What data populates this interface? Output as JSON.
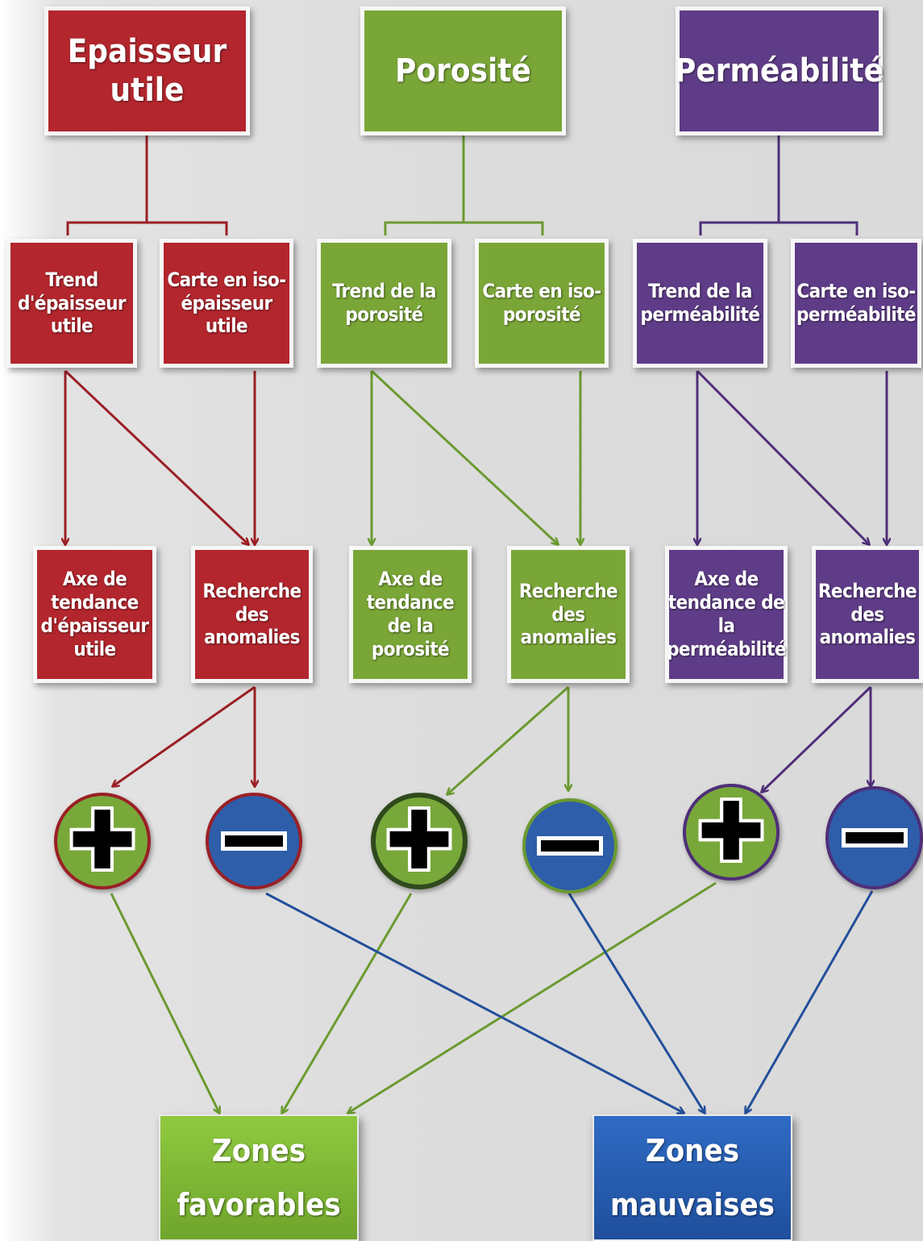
{
  "colors": {
    "red": "#b3262d",
    "green": "#7aa637",
    "purple": "#5f3c87",
    "blue": "#2e5eaa",
    "line_red": "#9b1f25",
    "line_green": "#6b9a30",
    "line_purple": "#4e2f78",
    "line_blue": "#234f9a"
  },
  "headers": {
    "thickness": "Epaisseur utile",
    "porosity": "Porosité",
    "permeability": "Perméabilité"
  },
  "level2": {
    "thickness_trend": "Trend d'épaisseur utile",
    "thickness_map": "Carte en iso-épaisseur utile",
    "porosity_trend": "Trend de la porosité",
    "porosity_map": "Carte en iso-porosité",
    "permeability_trend": "Trend de la perméabilité",
    "permeability_map": "Carte en iso-perméabilité"
  },
  "level3": {
    "thickness_axis": "Axe de tendance d'épaisseur utile",
    "thickness_anomalies": "Recherche des anomalies",
    "porosity_axis": "Axe de tendance de la porosité",
    "porosity_anomalies": "Recherche des anomalies",
    "permeability_axis": "Axe de tendance de la perméabilité",
    "permeability_anomalies": "Recherche des anomalies"
  },
  "symbols": {
    "plus_icon": "plus-icon",
    "minus_icon": "minus-icon"
  },
  "outputs": {
    "favorable": "Zones favorables",
    "bad": "Zones mauvaises"
  }
}
